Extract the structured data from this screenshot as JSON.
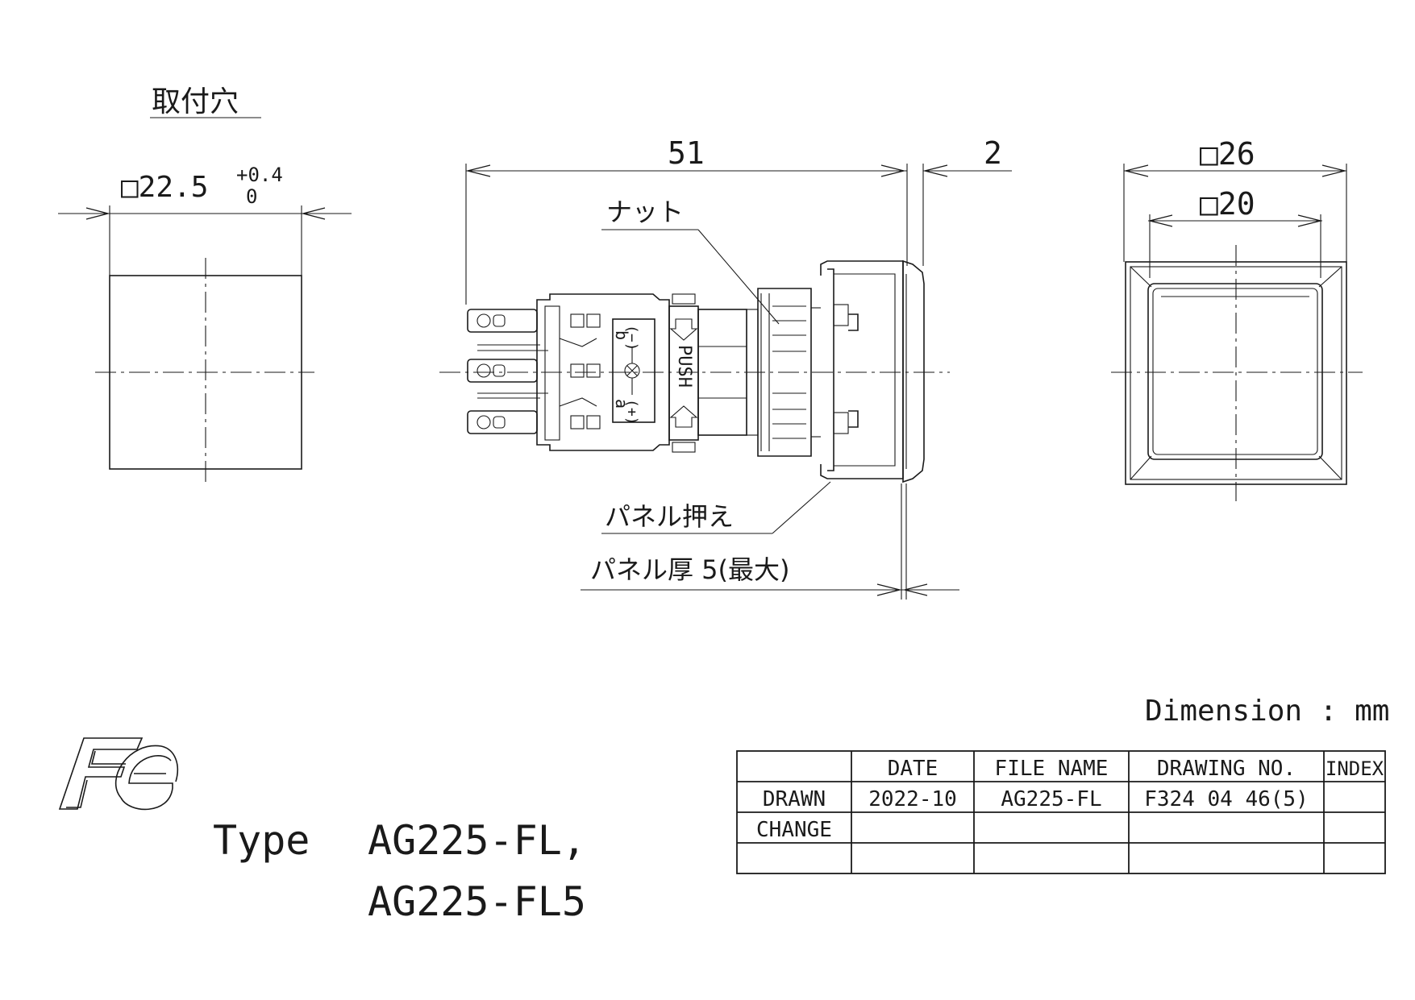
{
  "mounting_hole": {
    "title": "取付穴",
    "size": "□22.5",
    "tol_plus": "+0.4",
    "tol_minus": "0"
  },
  "side_view": {
    "dim_length": "51",
    "dim_bezel": "2",
    "label_nut": "ナット",
    "label_panel_clamp": "パネル押え",
    "label_panel_thickness": "パネル厚 5(最大)",
    "push_text": "PUSH",
    "terminal_b": "b",
    "terminal_a": "a",
    "polarity_minus": "(−)",
    "polarity_plus": "(+)"
  },
  "front_view": {
    "outer_size": "□26",
    "inner_size": "□20"
  },
  "units": "Dimension : mm",
  "type_block": {
    "prefix": "Type",
    "line1": "AG225-FL,",
    "line2": "AG225-FL5"
  },
  "title_block": {
    "headers": [
      "",
      "DATE",
      "FILE NAME",
      "DRAWING NO.",
      "INDEX"
    ],
    "rows": [
      [
        "DRAWN",
        "2022-10",
        "AG225-FL",
        "F324 04 46(5)",
        ""
      ],
      [
        "CHANGE",
        "",
        "",
        "",
        ""
      ],
      [
        "",
        "",
        "",
        "",
        ""
      ]
    ]
  },
  "logo": "Fe"
}
